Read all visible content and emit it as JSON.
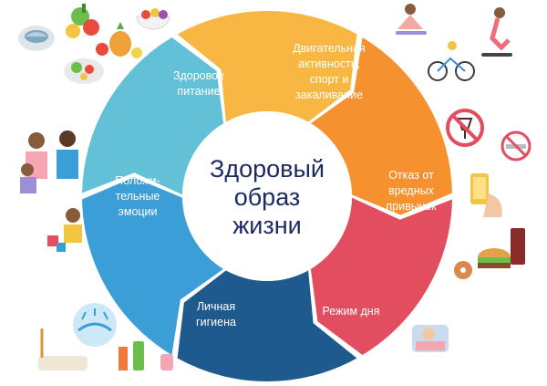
{
  "diagram": {
    "center": {
      "lines": [
        "Здоровый",
        "образ",
        "жизни"
      ]
    },
    "segments": [
      {
        "id": "nutrition",
        "color": "#f7b742",
        "lines": [
          "Здоровое",
          "питание"
        ]
      },
      {
        "id": "activity",
        "color": "#f5922f",
        "lines": [
          "Двигательная",
          "активность,",
          "спорт и",
          "закаливание"
        ]
      },
      {
        "id": "habits",
        "color": "#e24d5f",
        "lines": [
          "Отказ от",
          "вредных",
          "привычек"
        ]
      },
      {
        "id": "routine",
        "color": "#1f5a8e",
        "lines": [
          "Режим дня"
        ]
      },
      {
        "id": "hygiene",
        "color": "#3b9ed6",
        "lines": [
          "Личная",
          "гигиена"
        ]
      },
      {
        "id": "emotions",
        "color": "#62c1d6",
        "lines": [
          "Положи-",
          "тельные",
          "эмоции"
        ]
      }
    ]
  },
  "icons": [
    "food-plate-icon",
    "vegetables-icon",
    "fruit-bowl-icon",
    "fruit-basket-icon",
    "salad-icon",
    "yoga-icon",
    "cyclist-icon",
    "skateboarder-icon",
    "no-alcohol-icon",
    "no-smoking-icon",
    "phone-hand-icon",
    "fast-food-icon",
    "sleeping-person-icon",
    "hand-washing-icon",
    "bathroom-icon",
    "family-icon",
    "child-playing-icon"
  ]
}
